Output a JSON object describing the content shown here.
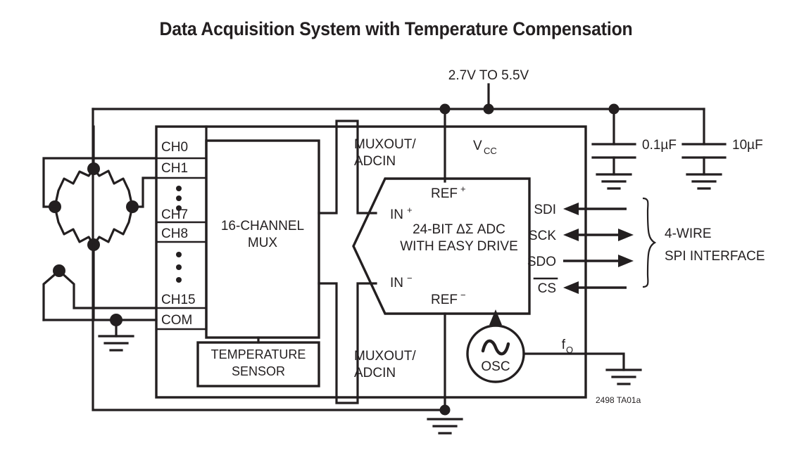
{
  "title": "Data Acquisition System with Temperature Compensation",
  "supply": {
    "label": "2.7V TO 5.5V",
    "vcc_pin": "V",
    "vcc_sub": "CC"
  },
  "capacitors": [
    {
      "name": "c1",
      "value": "0.1µF"
    },
    {
      "name": "c2",
      "value": "10µF"
    }
  ],
  "mux": {
    "line1": "16-CHANNEL",
    "line2": "MUX"
  },
  "temp_sensor": {
    "line1": "TEMPERATURE",
    "line2": "SENSOR"
  },
  "adc": {
    "line1": "24-BIT ΔΣ ADC",
    "line2": "WITH EASY DRIVE",
    "ref_plus": "REF",
    "ref_plus_sup": "+",
    "ref_minus": "REF",
    "ref_minus_sup": "−",
    "in_plus": "IN",
    "in_plus_sup": "+",
    "in_minus": "IN",
    "in_minus_sup": "−"
  },
  "channels": [
    {
      "label": "CH0",
      "kind": "pin"
    },
    {
      "label": "CH1",
      "kind": "pin"
    },
    {
      "label": "",
      "kind": "dots"
    },
    {
      "label": "CH7",
      "kind": "pin"
    },
    {
      "label": "CH8",
      "kind": "pin"
    },
    {
      "label": "",
      "kind": "dots"
    },
    {
      "label": "CH15",
      "kind": "pin"
    },
    {
      "label": "COM",
      "kind": "pin"
    }
  ],
  "muxout": {
    "top_line1": "MUXOUT/",
    "top_line2": "ADCIN",
    "bottom_line1": "MUXOUT/",
    "bottom_line2": "ADCIN"
  },
  "spi": {
    "pins": [
      {
        "label": "SDI",
        "direction": "in"
      },
      {
        "label": "SCK",
        "direction": "bidirectional"
      },
      {
        "label": "SDO",
        "direction": "out"
      },
      {
        "label": "CS",
        "direction": "in",
        "overbar": true
      }
    ],
    "bracket_label_line1": "4-WIRE",
    "bracket_label_line2": "SPI INTERFACE"
  },
  "oscillator": {
    "label": "OSC",
    "symbol": "sine-wave"
  },
  "fo_pin": {
    "label": "f",
    "sub": "O"
  },
  "part_number": "2498 TA01a",
  "colors": {
    "ink": "#231f20",
    "background": "#ffffff"
  }
}
